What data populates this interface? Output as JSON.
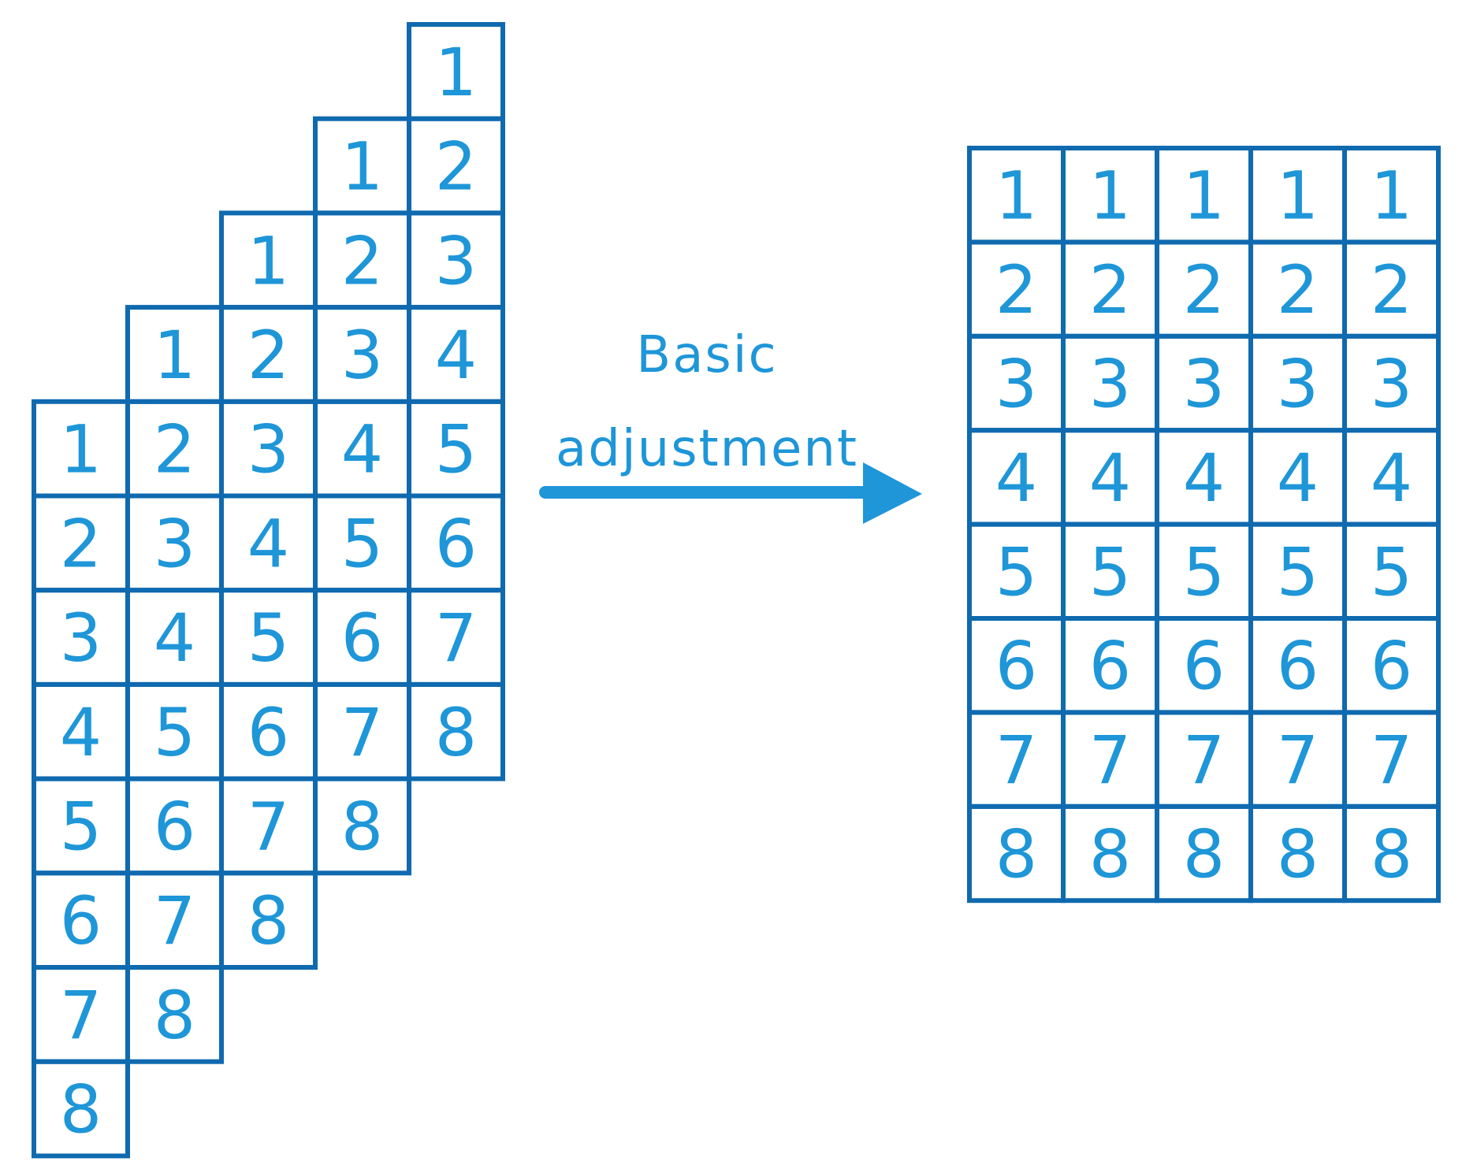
{
  "colors": {
    "cell_stroke": "#0F6AAF",
    "digit": "#1E96D8",
    "arrow": "#1E96D8"
  },
  "left_grid": {
    "columns": [
      [
        "1",
        "2",
        "3",
        "4",
        "5",
        "6",
        "7",
        "8"
      ],
      [
        "1",
        "2",
        "3",
        "4",
        "5",
        "6",
        "7",
        "8"
      ],
      [
        "1",
        "2",
        "3",
        "4",
        "5",
        "6",
        "7",
        "8"
      ],
      [
        "1",
        "2",
        "3",
        "4",
        "5",
        "6",
        "7",
        "8"
      ],
      [
        "1",
        "2",
        "3",
        "4",
        "5",
        "6",
        "7",
        "8"
      ]
    ]
  },
  "arrow": {
    "label_line1": "Basic",
    "label_line2": "adjustment"
  },
  "right_grid": {
    "rows": [
      [
        "1",
        "1",
        "1",
        "1",
        "1"
      ],
      [
        "2",
        "2",
        "2",
        "2",
        "2"
      ],
      [
        "3",
        "3",
        "3",
        "3",
        "3"
      ],
      [
        "4",
        "4",
        "4",
        "4",
        "4"
      ],
      [
        "5",
        "5",
        "5",
        "5",
        "5"
      ],
      [
        "6",
        "6",
        "6",
        "6",
        "6"
      ],
      [
        "7",
        "7",
        "7",
        "7",
        "7"
      ],
      [
        "8",
        "8",
        "8",
        "8",
        "8"
      ]
    ]
  }
}
